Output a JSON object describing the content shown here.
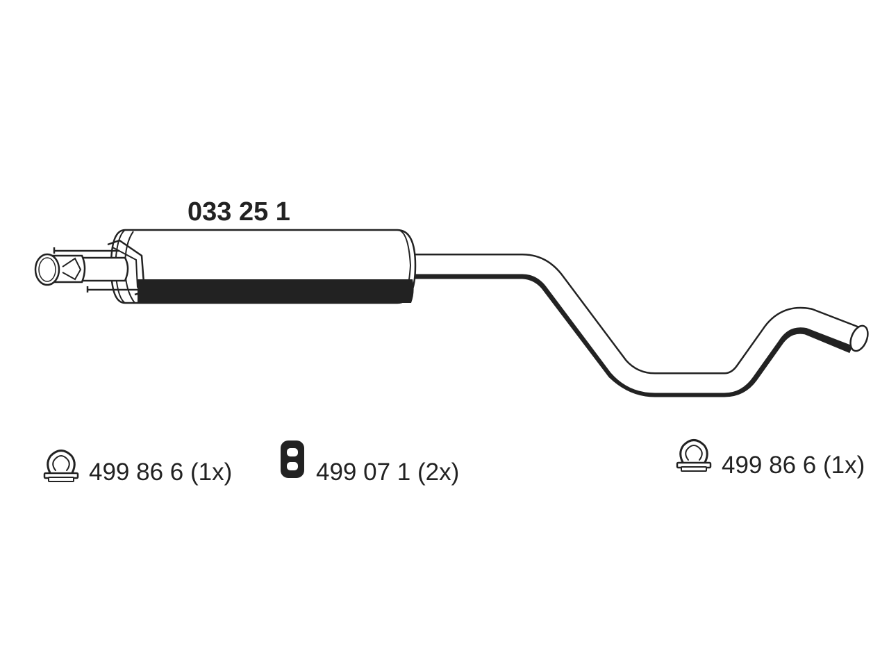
{
  "diagram": {
    "main_part_number": "033 25 1",
    "accessories": [
      {
        "icon": "clamp-icon",
        "label": "499 86 6 (1x)"
      },
      {
        "icon": "rubber-hanger-icon",
        "label": "499 07 1 (2x)"
      },
      {
        "icon": "clamp-icon",
        "label": "499 86 6 (1x)"
      }
    ]
  },
  "colors": {
    "line": "#222222",
    "background": "#ffffff"
  }
}
